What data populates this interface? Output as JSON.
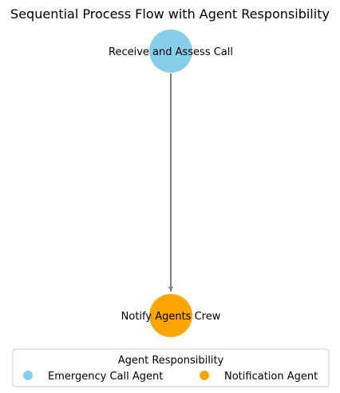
{
  "title": "Sequential Process Flow with Agent Responsibility",
  "nodes": [
    {
      "label": "Receive and Assess Call",
      "agent": "Emergency Call Agent",
      "color": "#87CEEB"
    },
    {
      "label": "Notify Agents Crew",
      "agent": "Notification Agent",
      "color": "#FFA500"
    }
  ],
  "edges": [
    {
      "from": "Receive and Assess Call",
      "to": "Notify Agents Crew"
    }
  ],
  "edge_color": "#808080",
  "legend": {
    "title": "Agent Responsibility",
    "items": [
      {
        "label": "Emergency Call Agent",
        "color": "#87CEEB"
      },
      {
        "label": "Notification Agent",
        "color": "#FFA500"
      }
    ]
  }
}
